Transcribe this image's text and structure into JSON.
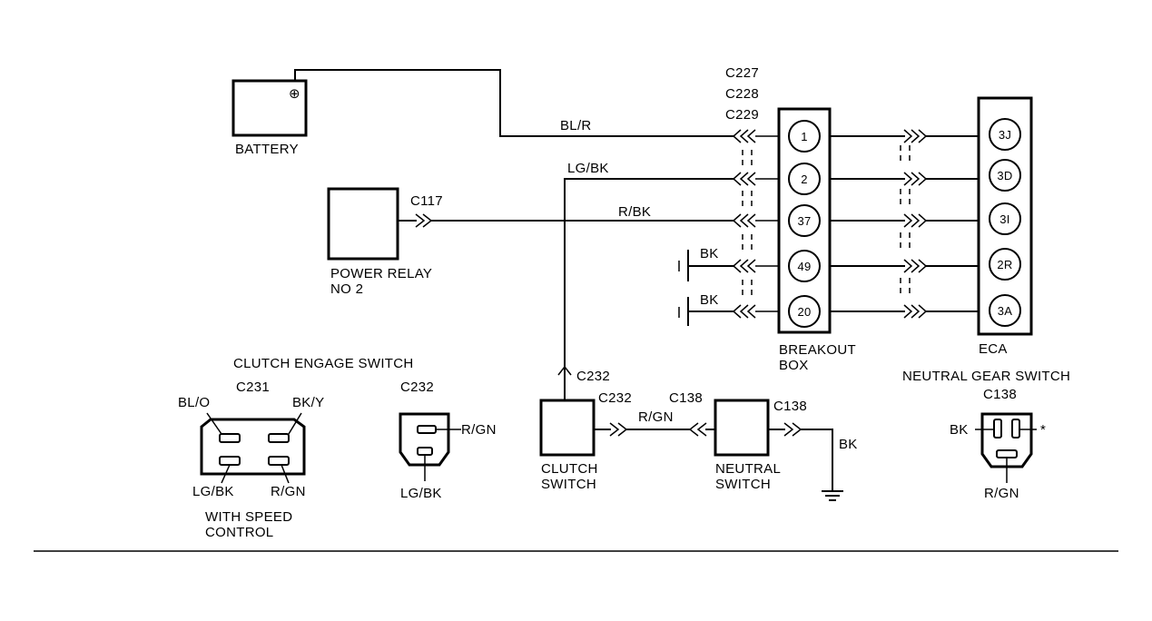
{
  "components": {
    "battery": "BATTERY",
    "battery_terminal": "⊕",
    "power_relay_line1": "POWER RELAY",
    "power_relay_line2": "NO 2",
    "breakout_line1": "BREAKOUT",
    "breakout_line2": "BOX",
    "eca": "ECA",
    "clutch_switch_line1": "CLUTCH",
    "clutch_switch_line2": "SWITCH",
    "neutral_switch_line1": "NEUTRAL",
    "neutral_switch_line2": "SWITCH"
  },
  "connectors": {
    "c227": "C227",
    "c228": "C228",
    "c229": "C229",
    "c117": "C117",
    "c232_top": "C232",
    "c232_right": "C232",
    "c138_left": "C138",
    "c138_right": "C138"
  },
  "wires": {
    "battery_feed": "BL/R",
    "lg_bk": "LG/BK",
    "r_bk": "R/BK",
    "ground_49": "BK",
    "ground_20": "BK",
    "clutch_to_neutral": "R/GN",
    "neutral_ground": "BK"
  },
  "breakout_pins": [
    "1",
    "2",
    "37",
    "49",
    "20"
  ],
  "eca_pins": [
    "3J",
    "3D",
    "3I",
    "2R",
    "3A"
  ],
  "views": {
    "clutch_engage": {
      "title": "CLUTCH ENGAGE SWITCH",
      "connector": "C231",
      "tl": "BL/O",
      "tr": "BK/Y",
      "bl": "LG/BK",
      "br": "R/GN",
      "note_line1": "WITH SPEED",
      "note_line2": "CONTROL"
    },
    "c232_view": {
      "connector": "C232",
      "right": "R/GN",
      "bottom": "LG/BK"
    },
    "neutral_gear": {
      "title": "NEUTRAL GEAR SWITCH",
      "connector": "C138",
      "left": "BK",
      "right": "*",
      "bottom": "R/GN"
    }
  }
}
